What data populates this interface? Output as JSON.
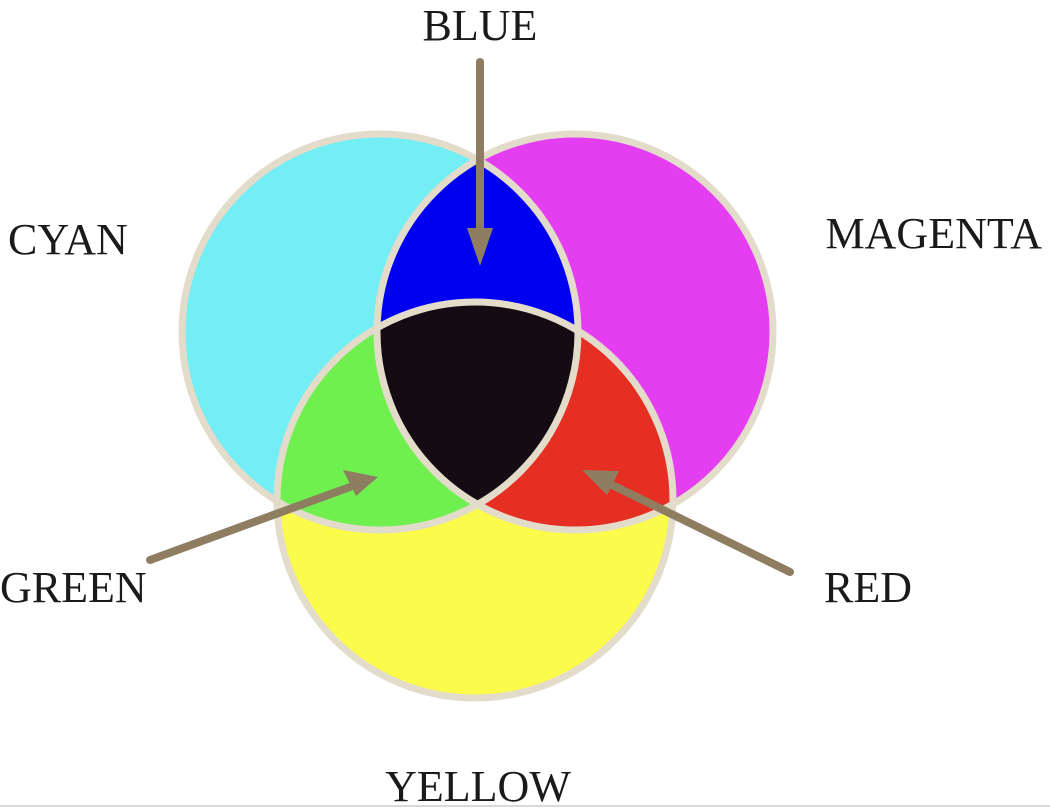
{
  "diagram": {
    "labels": {
      "blue": "BLUE",
      "cyan": "CYAN",
      "magenta": "MAGENTA",
      "green": "GREEN",
      "red": "RED",
      "yellow": "YELLOW"
    },
    "colors": {
      "cyan": "#72eef4",
      "magenta": "#e43df2",
      "yellow": "#fbfb4c",
      "blue": "#0000f0",
      "green": "#6ff04f",
      "red": "#e52f22",
      "black": "#140c12",
      "outline": "#e3dccb",
      "arrow": "#8f7d62"
    }
  }
}
